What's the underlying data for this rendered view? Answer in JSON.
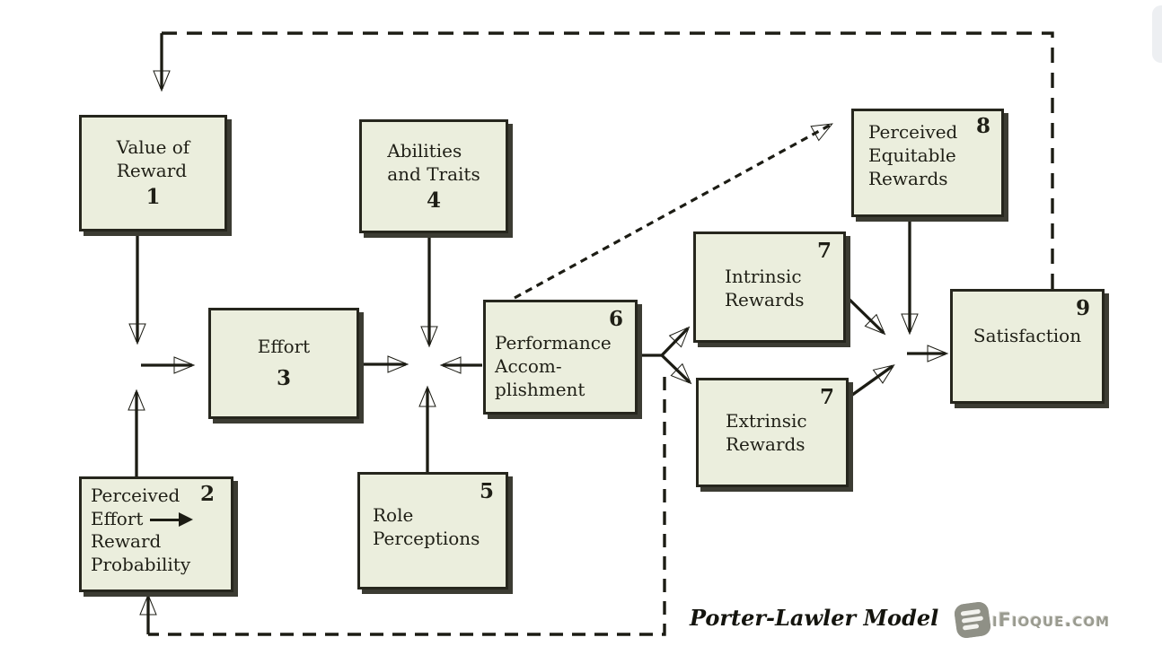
{
  "caption": "Porter-Lawler Model",
  "watermark": {
    "text": "iFioque.com",
    "logo_icon": "rounded-square-lines-logo"
  },
  "colors": {
    "box_fill": "#ebeedd",
    "box_border": "#26261d",
    "box_shadow": "#3c3c33",
    "line": "#1c1c14",
    "watermark_gray": "#8f9086",
    "background": "#ffffff"
  },
  "boxes": {
    "b1": {
      "number": "1",
      "line1": "Value of",
      "line2": "Reward"
    },
    "b2": {
      "number": "2",
      "line1": "Perceived",
      "line2": "Effort",
      "line3": "Reward",
      "line4": "Probability"
    },
    "b3": {
      "number": "3",
      "line1": "Effort"
    },
    "b4": {
      "number": "4",
      "line1": "Abilities",
      "line2": "and Traits"
    },
    "b5": {
      "number": "5",
      "line1": "Role",
      "line2": "Perceptions"
    },
    "b6": {
      "number": "6",
      "line1": "Performance",
      "line2": "Accom-",
      "line3": "plishment"
    },
    "b7a": {
      "number": "7",
      "line1": "Intrinsic",
      "line2": "Rewards"
    },
    "b7b": {
      "number": "7",
      "line1": "Extrinsic",
      "line2": "Rewards"
    },
    "b8": {
      "number": "8",
      "line1": "Perceived",
      "line2": "Equitable",
      "line3": "Rewards"
    },
    "b9": {
      "number": "9",
      "line1": "Satisfaction"
    }
  }
}
